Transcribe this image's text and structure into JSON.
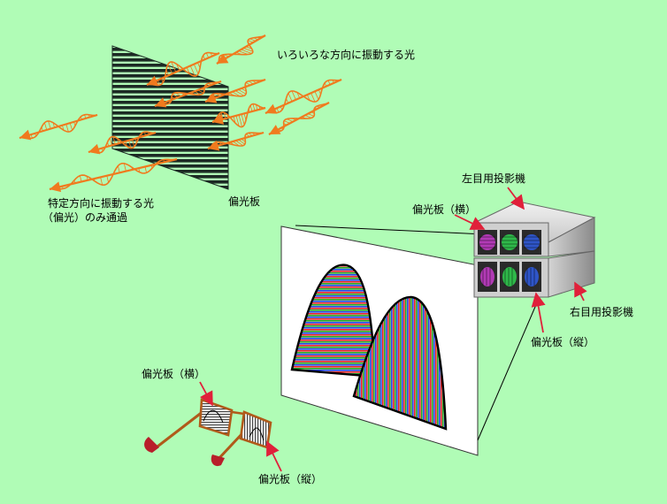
{
  "colors": {
    "background": "#b0fcb6",
    "wave": "#f07a1e",
    "polarizer_stripe": "#1c2a24",
    "polarizer_gap": "#b0fcb6",
    "projector_body": "#c6c6c6",
    "lens_purple": "#b13ab5",
    "lens_green": "#2fb84a",
    "lens_blue": "#2f55c8",
    "glasses_frame": "#b05a1a",
    "temple_tip": "#b81e2a",
    "pointer_arrow": "#e0203a"
  },
  "icons": {
    "wave": "orange-light-wave-arrow-icon",
    "pointer": "red-pointer-arrow-icon",
    "projector": "dual-projector-icon",
    "glasses": "polarized-glasses-icon"
  },
  "labels": {
    "random_light": "いろいろな方向に振動する光",
    "polarized_light_line1": "特定方向に振動する光",
    "polarized_light_line2": "（偏光）のみ通過",
    "polarizer": "偏光板",
    "left_projector": "左目用投影機",
    "right_projector": "右目用投影機",
    "polarizer_horizontal_top": "偏光板（横）",
    "polarizer_vertical_right": "偏光板（縦）",
    "polarizer_horizontal_glasses": "偏光板（横）",
    "polarizer_vertical_glasses": "偏光板（縦）"
  }
}
